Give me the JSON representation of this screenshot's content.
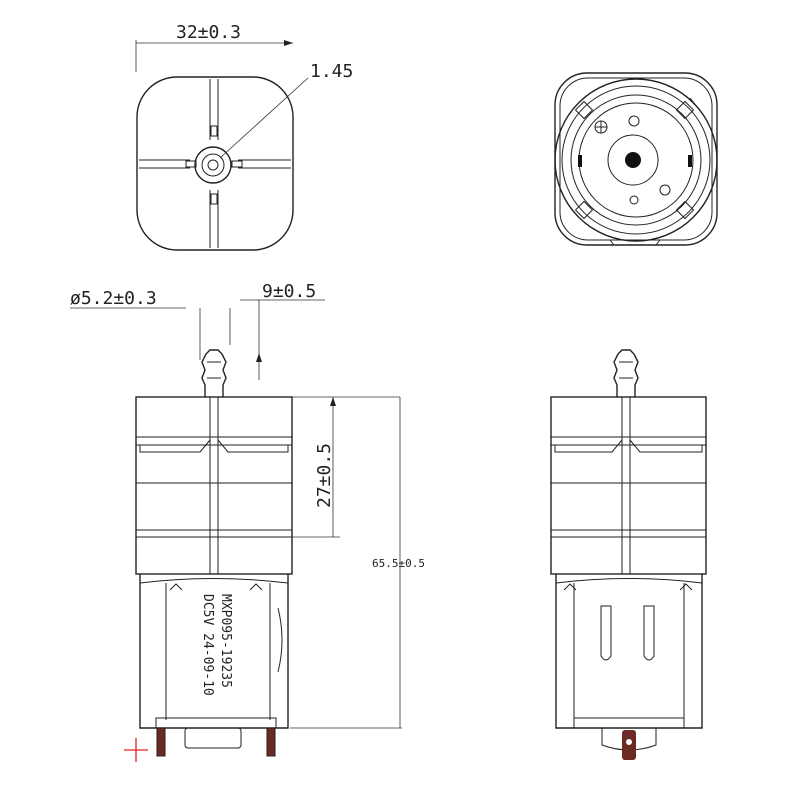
{
  "dimensions": {
    "width_top": "32±0.3",
    "shaft_small": "1.45",
    "outlet_diameter": "ø5.2±0.3",
    "outlet_length": "9±0.5",
    "pump_head_height": "27±0.5",
    "total_height": "65.5±0.5"
  },
  "motor_label": {
    "line1": "MXP095-19235",
    "line2": "DC5V 24-09-10"
  },
  "terminal_marker": "+",
  "colors": {
    "line": "#222222",
    "terminal": "#6b2a24",
    "marker": "#e02020"
  }
}
